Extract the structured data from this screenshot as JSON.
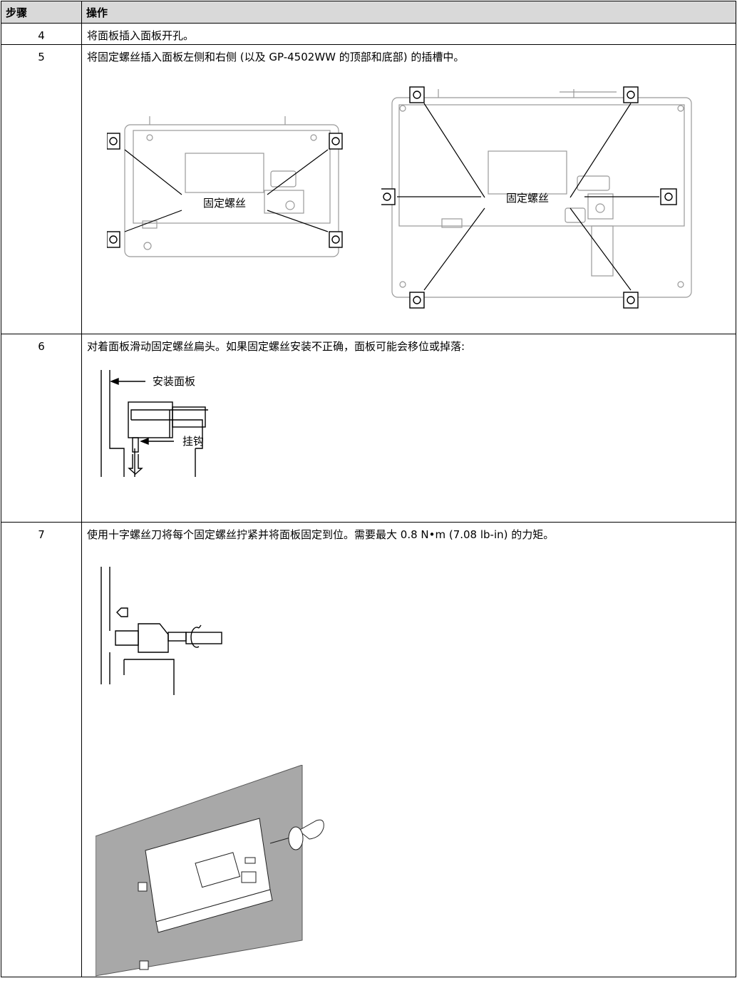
{
  "table": {
    "headers": {
      "step": "步骤",
      "action": "操作"
    },
    "rows": [
      {
        "step": "4",
        "action": "将面板插入面板开孔。"
      },
      {
        "step": "5",
        "action": "将固定螺丝插入面板左侧和右侧 (以及 GP-4502WW 的顶部和底部) 的插槽中。",
        "figure_labels": {
          "left": "固定螺丝",
          "right": "固定螺丝"
        }
      },
      {
        "step": "6",
        "action": "对着面板滑动固定螺丝扁头。如果固定螺丝安装不正确，面板可能会移位或掉落:",
        "figure_labels": {
          "panel": "安装面板",
          "hook": "挂钩"
        }
      },
      {
        "step": "7",
        "action": "使用十字螺丝刀将每个固定螺丝拧紧并将面板固定到位。需要最大 0.8 N•m (7.08 lb-in) 的力矩。"
      }
    ]
  }
}
